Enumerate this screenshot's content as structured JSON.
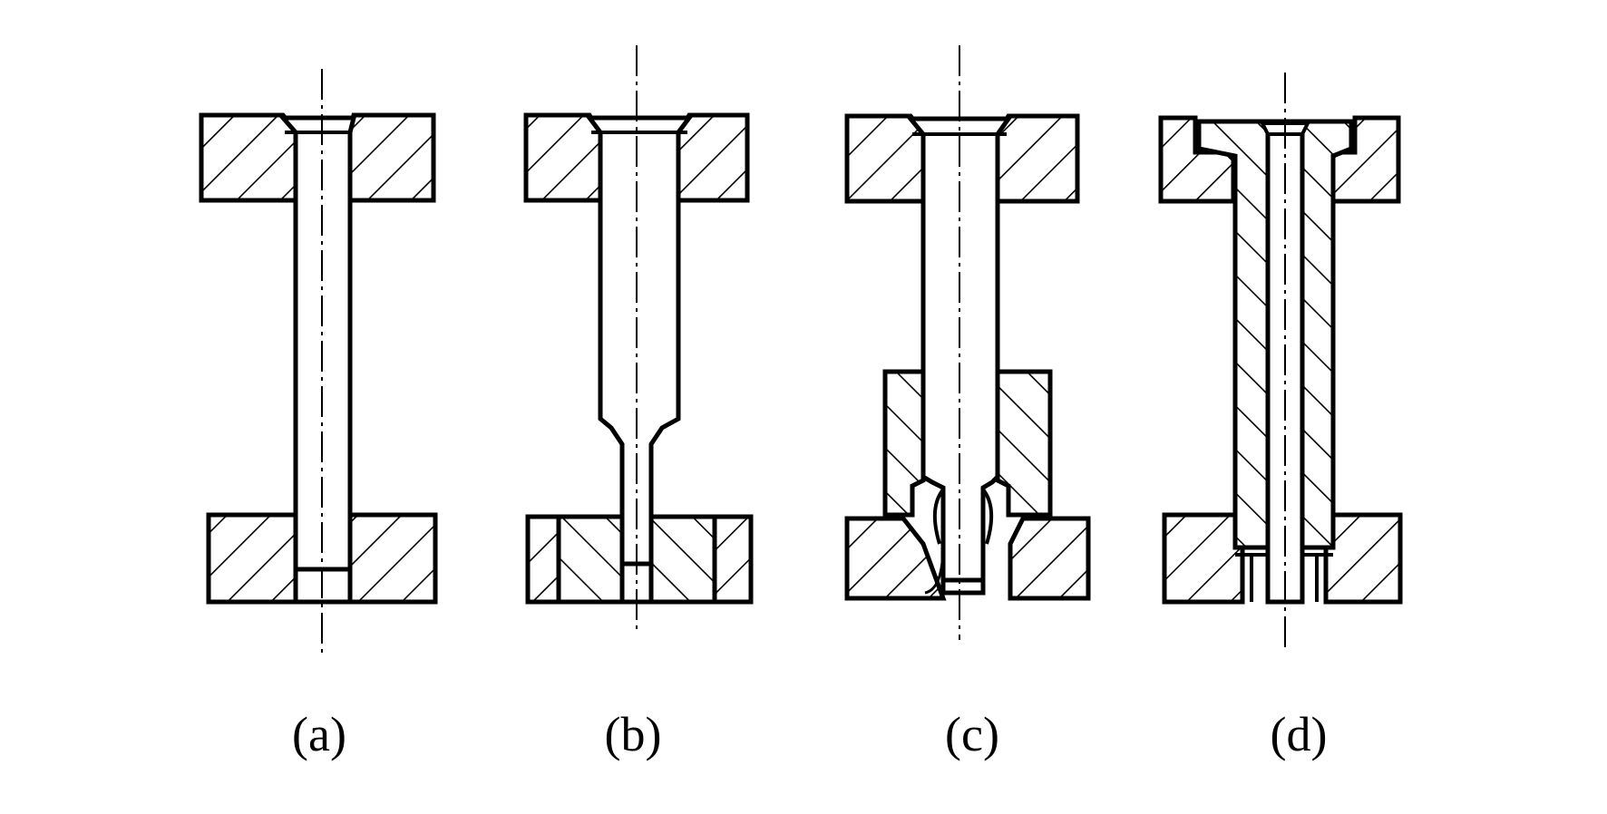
{
  "colors": {
    "ink": "#000000",
    "paper": "#ffffff"
  },
  "figure": {
    "labels": [
      {
        "id": "a",
        "text": "(a)"
      },
      {
        "id": "b",
        "text": "(b)"
      },
      {
        "id": "c",
        "text": "(c)"
      },
      {
        "id": "d",
        "text": "(d)"
      }
    ]
  }
}
